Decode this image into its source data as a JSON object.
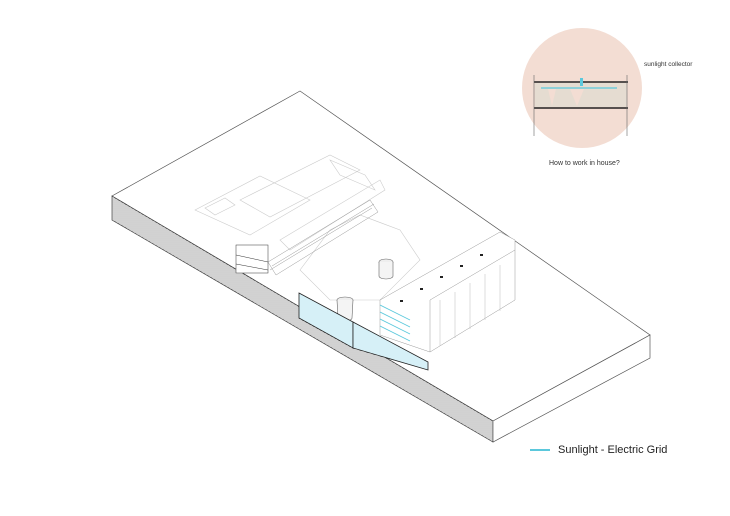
{
  "inset": {
    "callout_label": "sunlight collector",
    "caption": "How to work in house?",
    "circle_color": "#f3ddd3"
  },
  "legend": {
    "items": [
      {
        "label": "Sunlight - Electric Grid",
        "color": "#5bc8dc"
      }
    ]
  }
}
